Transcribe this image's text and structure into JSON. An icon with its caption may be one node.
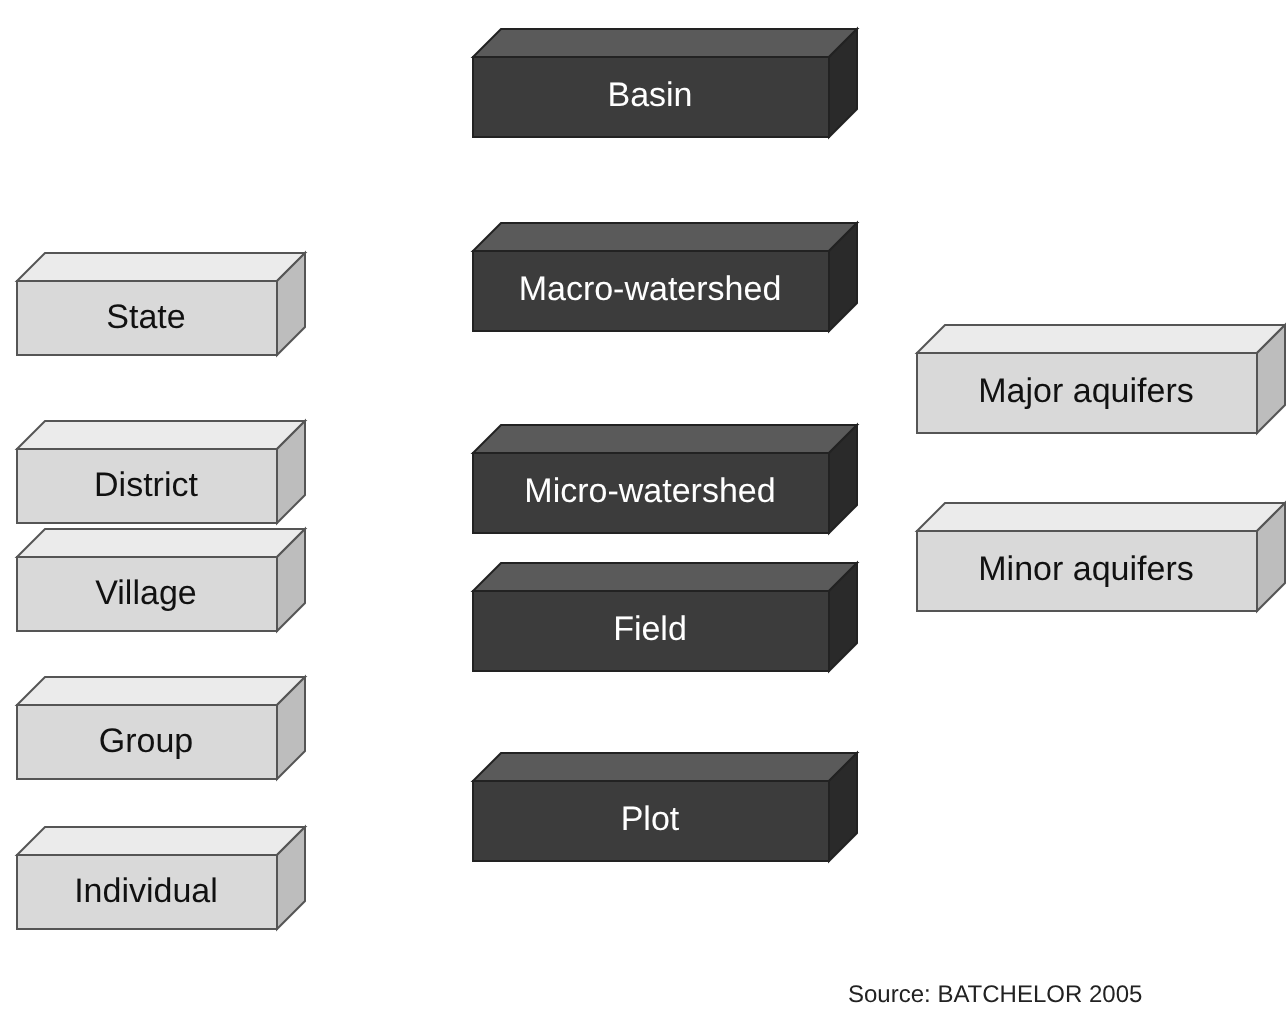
{
  "diagram": {
    "nodes": [
      {
        "text": [
          "Basin"
        ]
      },
      {
        "text": [
          "State"
        ]
      },
      {
        "text": [
          "Macro-watershed"
        ]
      },
      {
        "text": [
          "Major aquifers"
        ]
      },
      {
        "text": [
          "District"
        ]
      },
      {
        "text": [
          "Micro-watershed"
        ]
      },
      {
        "text": [
          "Minor aquifers"
        ]
      },
      {
        "text": [
          "Village"
        ]
      },
      {
        "text": [
          "Field"
        ]
      },
      {
        "text": [
          "Group"
        ]
      },
      {
        "text": [
          "Plot"
        ]
      },
      {
        "text": [
          "Individual"
        ]
      }
    ],
    "labels": [
      "Source: BATCHELOR 2005"
    ]
  }
}
